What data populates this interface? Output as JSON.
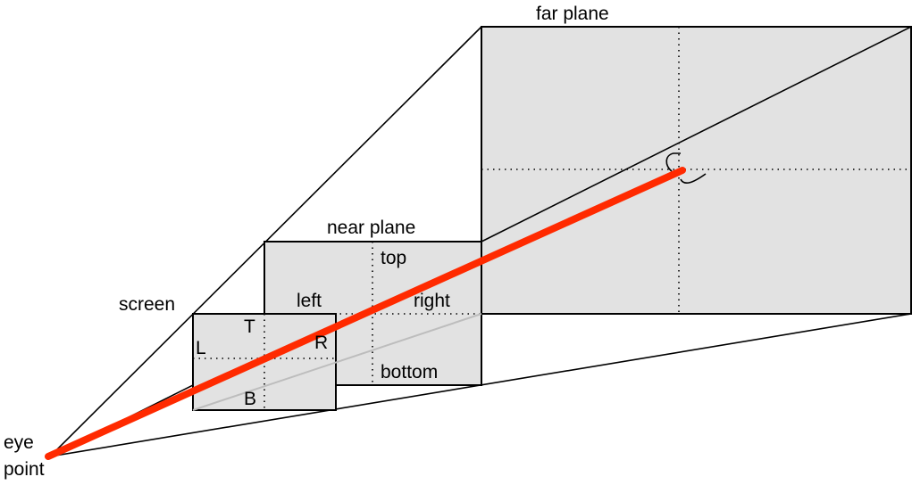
{
  "labels": {
    "far_plane": "far plane",
    "near_plane": "near plane",
    "screen": "screen",
    "eye_line1": "eye",
    "eye_line2": "point",
    "top": "top",
    "left": "left",
    "right": "right",
    "bottom": "bottom",
    "screen_T": "T",
    "screen_L": "L",
    "screen_R": "R",
    "screen_B": "B"
  },
  "colors": {
    "view_ray": "#ff2a00",
    "plane_fill": "#e2e2e2"
  }
}
